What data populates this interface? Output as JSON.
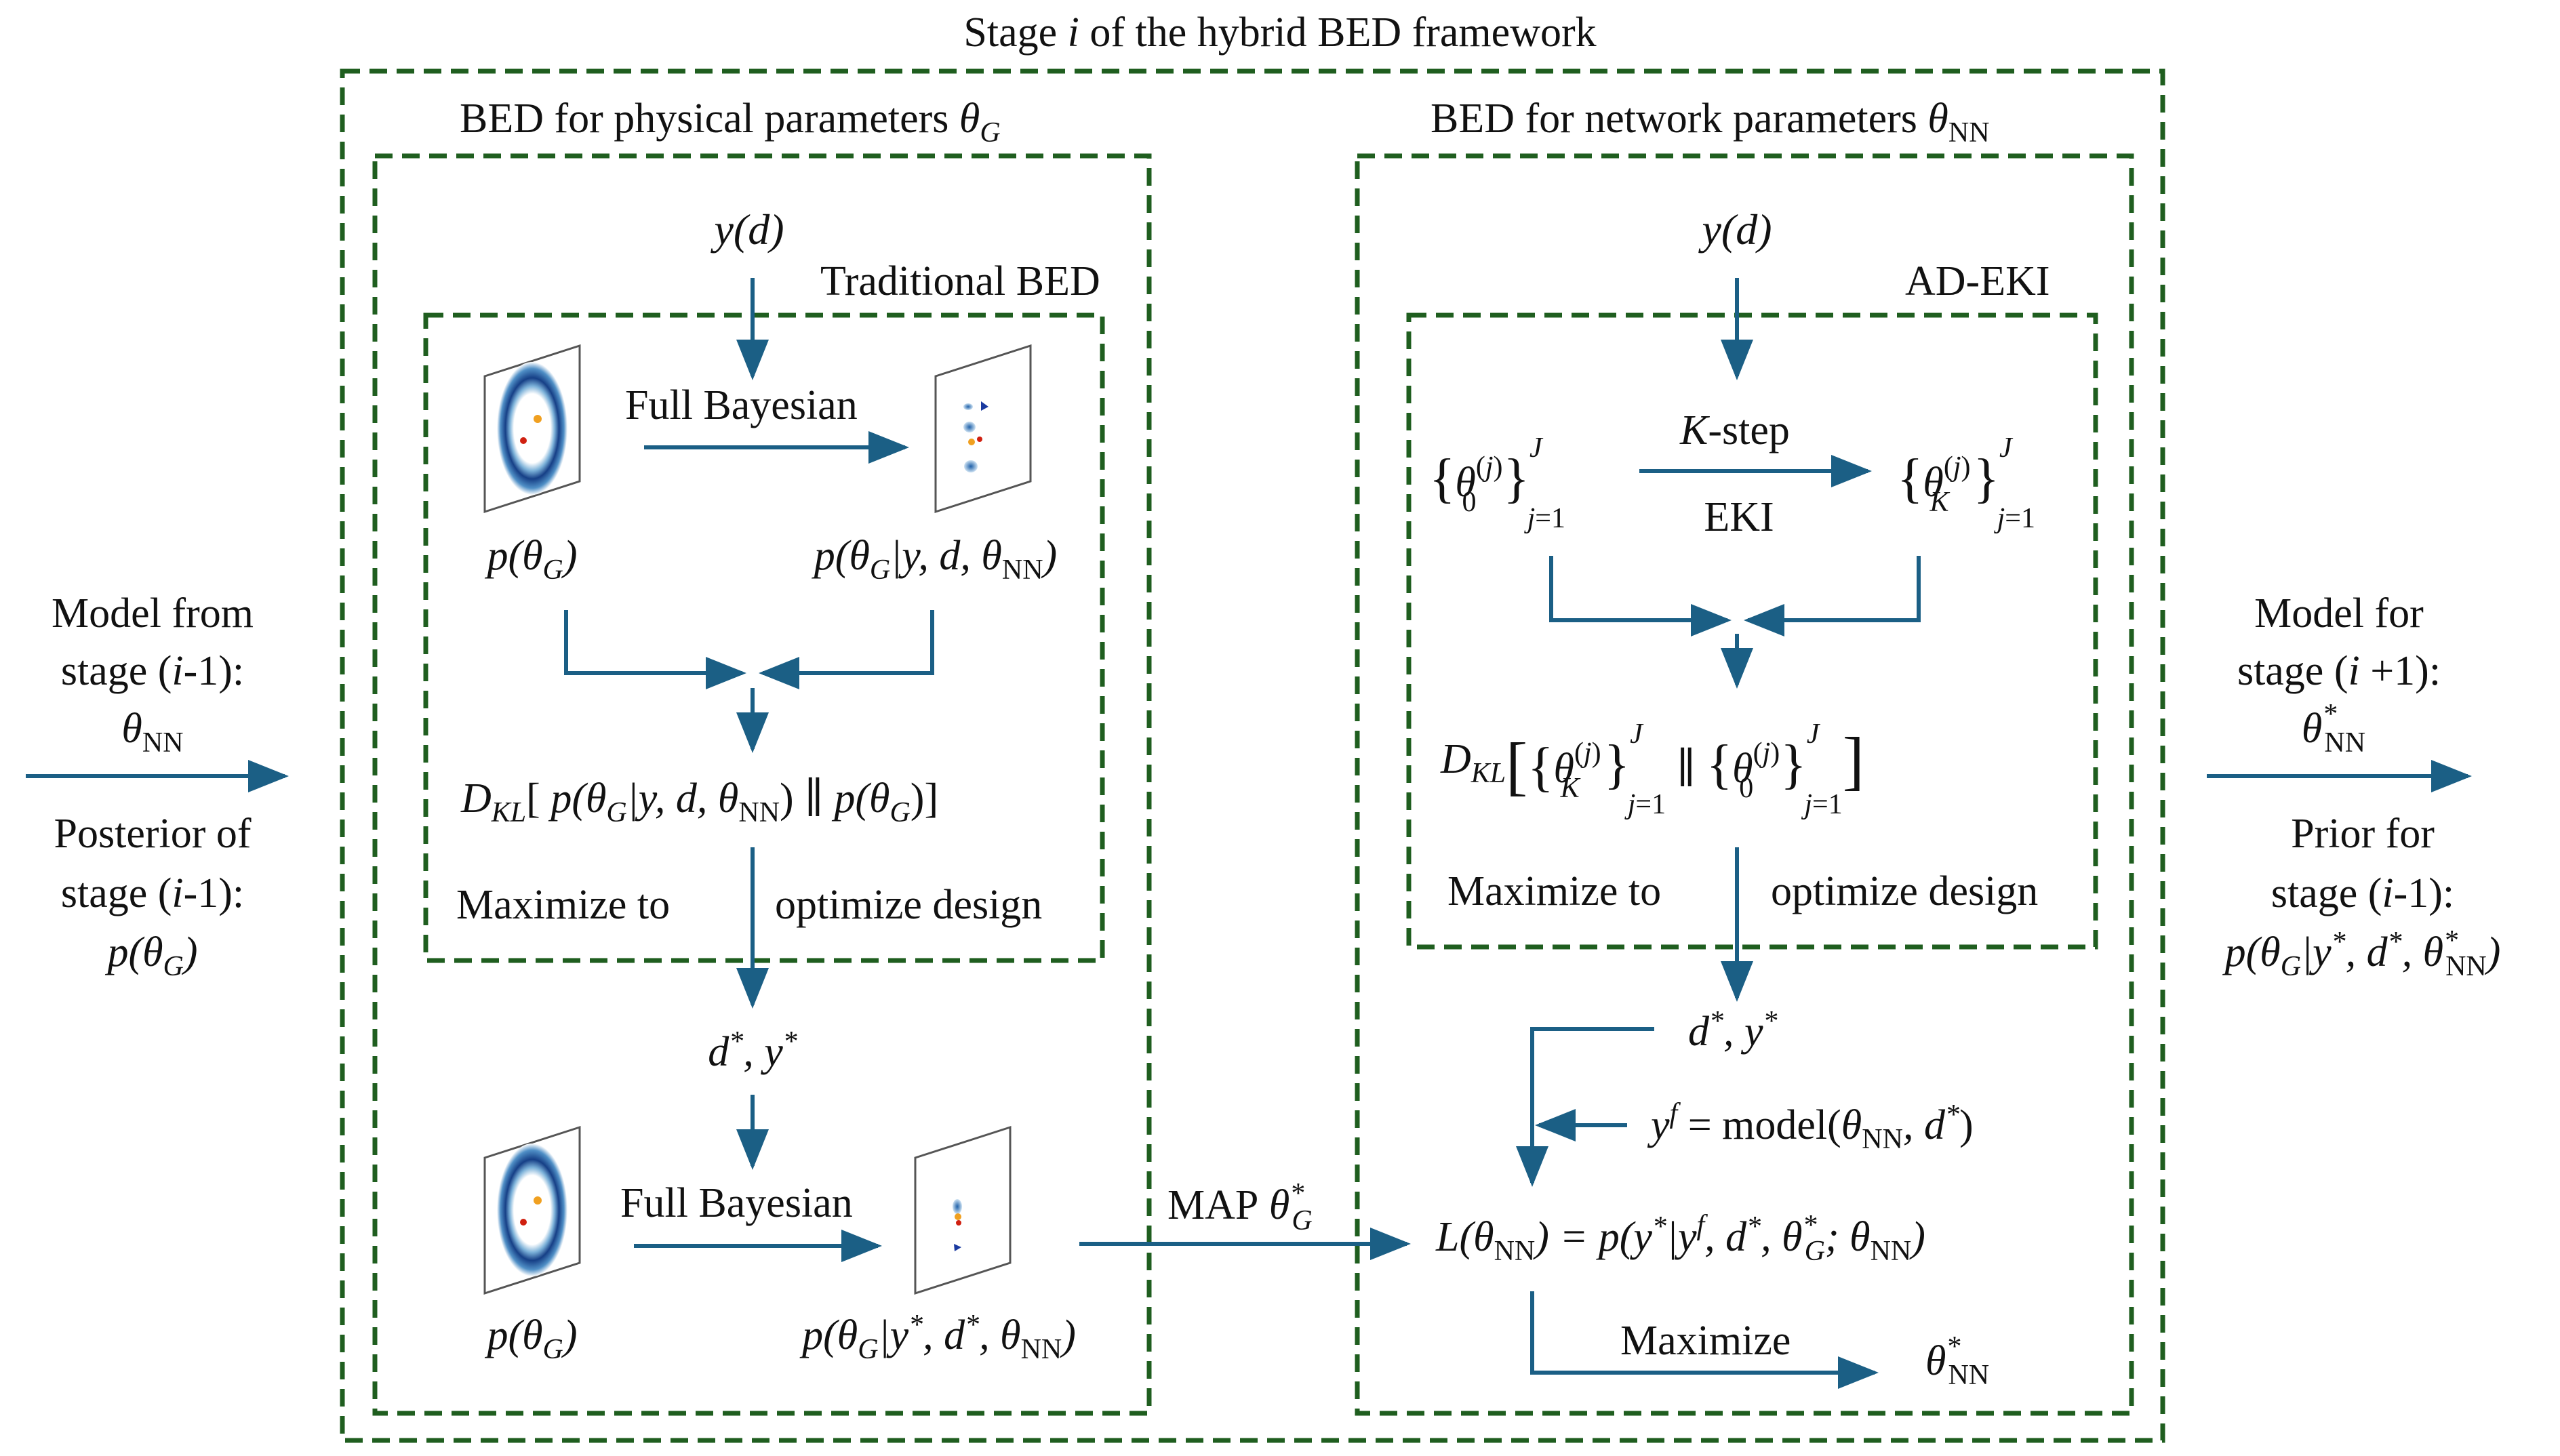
{
  "title": {
    "pre": "Stage ",
    "i": "i",
    "post": " of the hybrid BED framework"
  },
  "left_panel": {
    "header": "BED for physical parameters ",
    "inner_title": "Traditional BED",
    "y_of_d": "y(d)",
    "full_bayesian_1": "Full Bayesian",
    "full_bayesian_2": "Full Bayesian",
    "prior_1": "p(θ_G)",
    "posterior_1": "p(θ_G|y, d, θ_NN)",
    "dkl": "D_KL[ p(θ_G|y, d, θ_NN) ∥ p(θ_G)]",
    "maximize_to": "Maximize to",
    "optimize_design": "optimize design",
    "dstar_ystar": "d*, y*",
    "prior_2": "p(θ_G)",
    "posterior_2": "p(θ_G|y*, d*, θ_NN)"
  },
  "right_panel": {
    "header": "BED for network parameters ",
    "inner_title": "AD-EKI",
    "y_of_d": "y(d)",
    "ensemble_0": "{θ_0^(j)}_{j=1}^J",
    "k_step": "-step",
    "k": "K",
    "eki": "EKI",
    "ensemble_K": "{θ_K^(j)}_{j=1}^J",
    "dkl": "D_KL[{θ_K^(j)} ∥ {θ_0^(j)}]",
    "maximize_to": "Maximize to",
    "optimize_design": "optimize design",
    "dstar_ystar": "d*, y*",
    "yf_model": "y^f = model(θ_NN, d*)",
    "likelihood": "L(θ_NN) = p(y*|y^f, d*, θ_G*; θ_NN)",
    "maximize": "Maximize",
    "theta_nn_star": "θ*_NN"
  },
  "map_label": {
    "text": "MAP",
    "symbol": "θ*_G"
  },
  "left_side": {
    "line1": "Model from",
    "line2_pre": "stage (",
    "line2_i": "i",
    "line2_post": "-1):",
    "line3": "θ_NN",
    "line4": "Posterior of",
    "line5_pre": "stage (",
    "line5_i": "i",
    "line5_post": "-1):",
    "line6": "p(θ_G)"
  },
  "right_side": {
    "line1": "Model for",
    "line2_pre": "stage (",
    "line2_i": "i",
    "line2_post": " +1):",
    "line3": "θ*_NN",
    "line4": "Prior for",
    "line5_pre": "stage (",
    "line5_i": "i",
    "line5_post": "-1):",
    "line6": "p(θ_G|y*, d*, θ*_NN)"
  },
  "colors": {
    "frame": "#1f5e1f",
    "arrow": "#1b5f85",
    "ring": "#163f86",
    "marker_orange": "#f0a020",
    "marker_red": "#d02010"
  }
}
